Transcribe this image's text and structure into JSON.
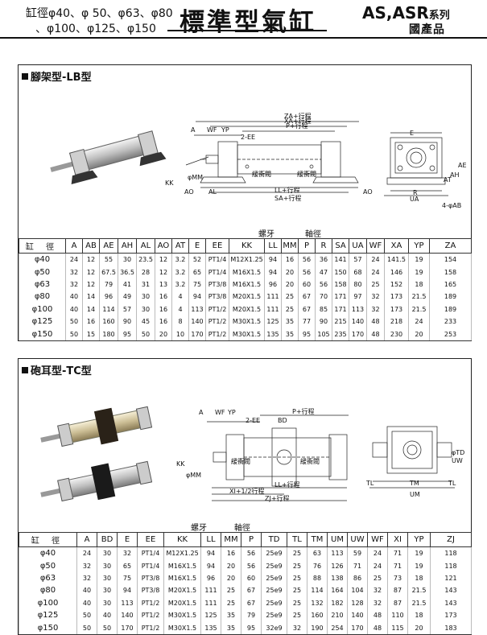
{
  "header": {
    "bore_line1": "缸徑φ40、φ 50、φ63、φ80",
    "bore_line2": "、φ100、φ125、φ150",
    "title": "標準型氣缸",
    "series_name": "AS,ASR",
    "series_suffix": "系列",
    "made_in": "國產品"
  },
  "section_lb": {
    "title": "腳架型-LB型",
    "drawing_labels": {
      "stroke_za": "ZA+行程",
      "stroke_xa": "XA+行程",
      "stroke_p": "P+行程",
      "a": "A",
      "wf": "WF",
      "yp": "YP",
      "ee2": "2-EE",
      "cushion1": "緩衝閥",
      "cushion2": "緩衝閥",
      "mm": "φMM",
      "kk": "KK",
      "ao1": "AO",
      "al": "AL",
      "ao2": "AO",
      "stroke_ll": "LL+行程",
      "stroke_sa": "SA+行程",
      "e": "E",
      "r": "R",
      "ua": "UA",
      "at": "AT",
      "ah": "AH",
      "ae": "AE",
      "hole": "4-φAB"
    },
    "table_super": {
      "thread": "螺牙",
      "rod": "軸徑"
    },
    "columns": [
      "缸 徑",
      "A",
      "AB",
      "AE",
      "AH",
      "AL",
      "AO",
      "AT",
      "E",
      "EE",
      "KK",
      "LL",
      "MM",
      "P",
      "R",
      "SA",
      "UA",
      "WF",
      "XA",
      "YP",
      "ZA"
    ],
    "rows": [
      [
        "φ40",
        "24",
        "12",
        "55",
        "30",
        "23.5",
        "12",
        "3.2",
        "52",
        "PT1/4",
        "M12X1.25",
        "94",
        "16",
        "56",
        "36",
        "141",
        "57",
        "24",
        "141.5",
        "19",
        "154"
      ],
      [
        "φ50",
        "32",
        "12",
        "67.5",
        "36.5",
        "28",
        "12",
        "3.2",
        "65",
        "PT1/4",
        "M16X1.5",
        "94",
        "20",
        "56",
        "47",
        "150",
        "68",
        "24",
        "146",
        "19",
        "158"
      ],
      [
        "φ63",
        "32",
        "12",
        "79",
        "41",
        "31",
        "13",
        "3.2",
        "75",
        "PT3/8",
        "M16X1.5",
        "96",
        "20",
        "60",
        "56",
        "158",
        "80",
        "25",
        "152",
        "18",
        "165"
      ],
      [
        "φ80",
        "40",
        "14",
        "96",
        "49",
        "30",
        "16",
        "4",
        "94",
        "PT3/8",
        "M20X1.5",
        "111",
        "25",
        "67",
        "70",
        "171",
        "97",
        "32",
        "173",
        "21.5",
        "189"
      ],
      [
        "φ100",
        "40",
        "14",
        "114",
        "57",
        "30",
        "16",
        "4",
        "113",
        "PT1/2",
        "M20X1.5",
        "111",
        "25",
        "67",
        "85",
        "171",
        "113",
        "32",
        "173",
        "21.5",
        "189"
      ],
      [
        "φ125",
        "50",
        "16",
        "160",
        "90",
        "45",
        "16",
        "8",
        "140",
        "PT1/2",
        "M30X1.5",
        "125",
        "35",
        "77",
        "90",
        "215",
        "140",
        "48",
        "218",
        "24",
        "233"
      ],
      [
        "φ150",
        "50",
        "15",
        "180",
        "95",
        "50",
        "20",
        "10",
        "170",
        "PT1/2",
        "M30X1.5",
        "135",
        "35",
        "95",
        "105",
        "235",
        "170",
        "48",
        "230",
        "20",
        "253"
      ]
    ]
  },
  "section_tc": {
    "title": "砲耳型-TC型",
    "drawing_labels": {
      "stroke_p": "P+行程",
      "a": "A",
      "wf": "WF",
      "yp": "YP",
      "ee2": "2-EE",
      "bd": "BD",
      "cushion1": "緩衝閥",
      "cushion2": "緩衝閥",
      "kk": "KK",
      "mm": "φMM",
      "stroke_ll": "LL+行程",
      "stroke_xi": "XI+1/2行程",
      "stroke_zj": "ZJ+行程",
      "td": "φTD",
      "uw": "UW",
      "tl1": "TL",
      "tm": "TM",
      "tl2": "TL",
      "um": "UM"
    },
    "table_super": {
      "thread": "螺牙",
      "rod": "軸徑"
    },
    "columns": [
      "缸 徑",
      "A",
      "BD",
      "E",
      "EE",
      "KK",
      "LL",
      "MM",
      "P",
      "TD",
      "TL",
      "TM",
      "UM",
      "UW",
      "WF",
      "XI",
      "YP",
      "ZJ"
    ],
    "rows": [
      [
        "φ40",
        "24",
        "30",
        "32",
        "PT1/4",
        "M12X1.25",
        "94",
        "16",
        "56",
        "25e9",
        "25",
        "63",
        "113",
        "59",
        "24",
        "71",
        "19",
        "118"
      ],
      [
        "φ50",
        "32",
        "30",
        "65",
        "PT1/4",
        "M16X1.5",
        "94",
        "20",
        "56",
        "25e9",
        "25",
        "76",
        "126",
        "71",
        "24",
        "71",
        "19",
        "118"
      ],
      [
        "φ63",
        "32",
        "30",
        "75",
        "PT3/8",
        "M16X1.5",
        "96",
        "20",
        "60",
        "25e9",
        "25",
        "88",
        "138",
        "86",
        "25",
        "73",
        "18",
        "121"
      ],
      [
        "φ80",
        "40",
        "30",
        "94",
        "PT3/8",
        "M20X1.5",
        "111",
        "25",
        "67",
        "25e9",
        "25",
        "114",
        "164",
        "104",
        "32",
        "87",
        "21.5",
        "143"
      ],
      [
        "φ100",
        "40",
        "30",
        "113",
        "PT1/2",
        "M20X1.5",
        "111",
        "25",
        "67",
        "25e9",
        "25",
        "132",
        "182",
        "128",
        "32",
        "87",
        "21.5",
        "143"
      ],
      [
        "φ125",
        "50",
        "40",
        "140",
        "PT1/2",
        "M30X1.5",
        "125",
        "35",
        "79",
        "25e9",
        "25",
        "160",
        "210",
        "140",
        "48",
        "110",
        "18",
        "173"
      ],
      [
        "φ150",
        "50",
        "50",
        "170",
        "PT1/2",
        "M30X1.5",
        "135",
        "35",
        "95",
        "32e9",
        "32",
        "190",
        "254",
        "170",
        "48",
        "115",
        "20",
        "183"
      ]
    ]
  }
}
